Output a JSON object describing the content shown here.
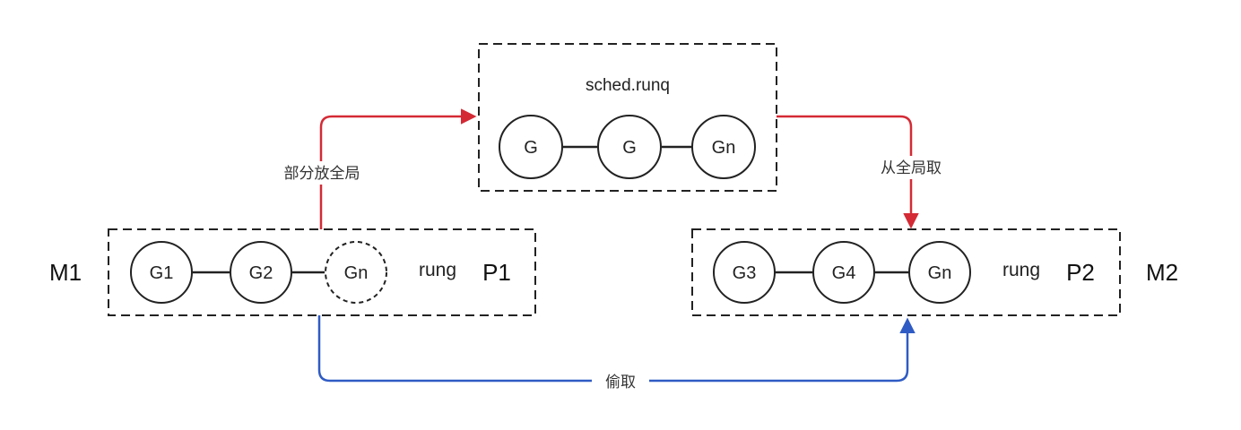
{
  "global_queue": {
    "title": "sched.runq",
    "nodes": [
      "G",
      "G",
      "Gn"
    ]
  },
  "p1": {
    "machine_label": "M1",
    "processor_label": "P1",
    "queue_label": "rung",
    "nodes": [
      "G1",
      "G2",
      "Gn"
    ]
  },
  "p2": {
    "machine_label": "M2",
    "processor_label": "P2",
    "queue_label": "rung",
    "nodes": [
      "G3",
      "G4",
      "Gn"
    ]
  },
  "arrows": {
    "to_global": "部分放全局",
    "from_global": "从全局取",
    "steal": "偷取"
  },
  "colors": {
    "red_arrow": "#d42a35",
    "blue_arrow": "#2f5bc4",
    "stroke": "#222222"
  }
}
